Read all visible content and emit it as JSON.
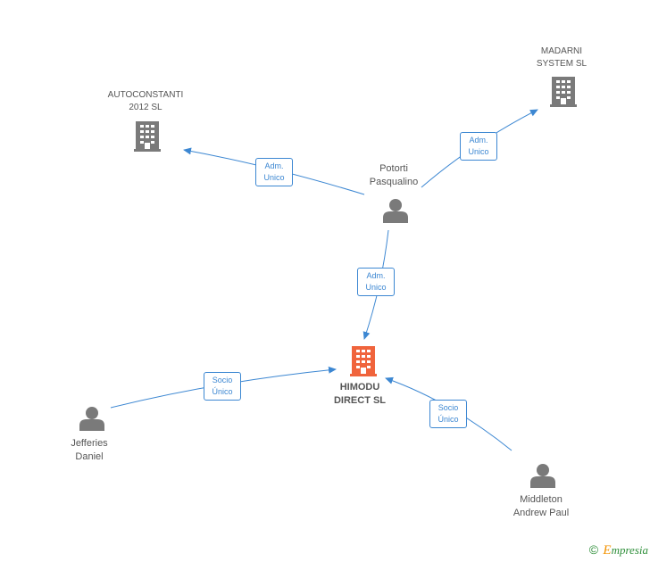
{
  "nodes": {
    "autoconstanti": {
      "line1": "AUTOCONSTANTI",
      "line2": "2012 SL"
    },
    "madarni": {
      "line1": "MADARNI",
      "line2": "SYSTEM SL"
    },
    "potorti": {
      "line1": "Potorti",
      "line2": "Pasqualino"
    },
    "himodu": {
      "line1": "HIMODU",
      "line2": "DIRECT SL"
    },
    "jefferies": {
      "line1": "Jefferies",
      "line2": "Daniel"
    },
    "middleton": {
      "line1": "Middleton",
      "line2": "Andrew Paul"
    }
  },
  "edges": {
    "potorti_autoconstanti": {
      "line1": "Adm.",
      "line2": "Unico"
    },
    "potorti_madarni": {
      "line1": "Adm.",
      "line2": "Unico"
    },
    "potorti_himodu": {
      "line1": "Adm.",
      "line2": "Unico"
    },
    "jefferies_himodu": {
      "line1": "Socio",
      "line2": "Único"
    },
    "middleton_himodu": {
      "line1": "Socio",
      "line2": "Único"
    }
  },
  "colors": {
    "edge": "#3c87d2",
    "company": "#7a7a7a",
    "main_company": "#f0643c",
    "person": "#7a7a7a"
  },
  "footer": {
    "copyright": "©",
    "brand_initial": "E",
    "brand_rest": "mpresia"
  }
}
